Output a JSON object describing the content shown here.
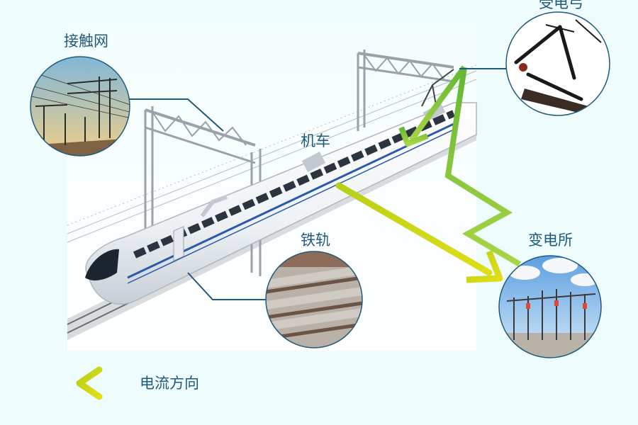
{
  "labels": {
    "catenary": "接触网",
    "pantograph": "受电弓",
    "locomotive": "机车",
    "rail": "铁轨",
    "substation": "变电所"
  },
  "legend": {
    "text": "电流方向"
  },
  "icons": {
    "legend_arrow": "left-arrow-icon"
  },
  "colors": {
    "background": "#eefcfd",
    "label_text": "#1f5a7a",
    "arrow_yellow": "#c8d61a",
    "arrow_green": "#7fc23a",
    "leader_line": "#1f5a7a"
  }
}
